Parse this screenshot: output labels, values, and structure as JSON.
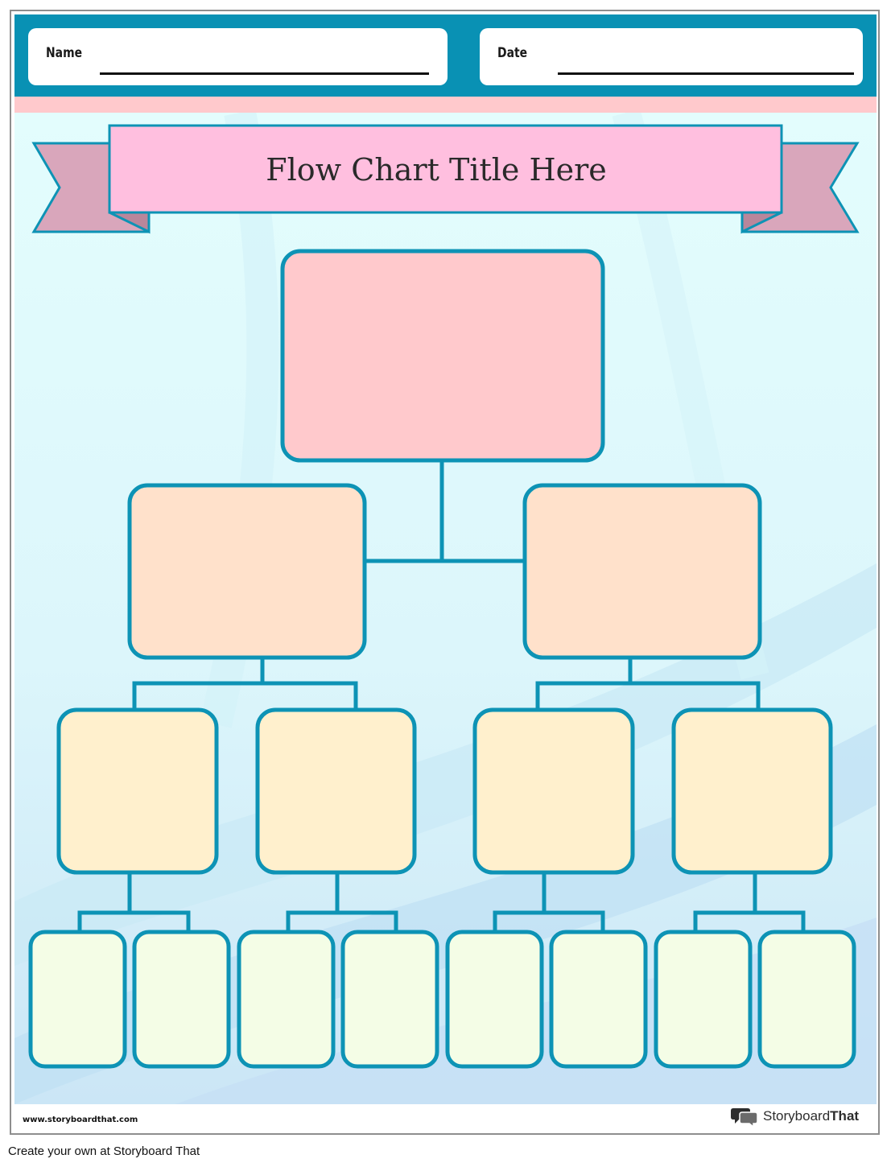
{
  "header": {
    "name_label": "Name",
    "date_label": "Date"
  },
  "banner": {
    "title": "Flow Chart Title Here"
  },
  "colors": {
    "header_band": "#0991b4",
    "border": "#0d93b5",
    "ribbon_front": "#ffbfdf",
    "ribbon_tail": "#d9a6bb",
    "level1_fill": "#ffc9cc",
    "level2_fill": "#ffe1cb",
    "level3_fill": "#fff0cd",
    "level4_fill": "#f4fde6"
  },
  "flowchart": {
    "levels": [
      {
        "level": 1,
        "box_count": 1
      },
      {
        "level": 2,
        "box_count": 2
      },
      {
        "level": 3,
        "box_count": 4
      },
      {
        "level": 4,
        "box_count": 8
      }
    ]
  },
  "footer": {
    "url": "www.storyboardthat.com",
    "brand_light": "Storyboard",
    "brand_bold": "That",
    "brand_icon": "speech-bubbles-icon",
    "cta": "Create your own at Storyboard That"
  }
}
